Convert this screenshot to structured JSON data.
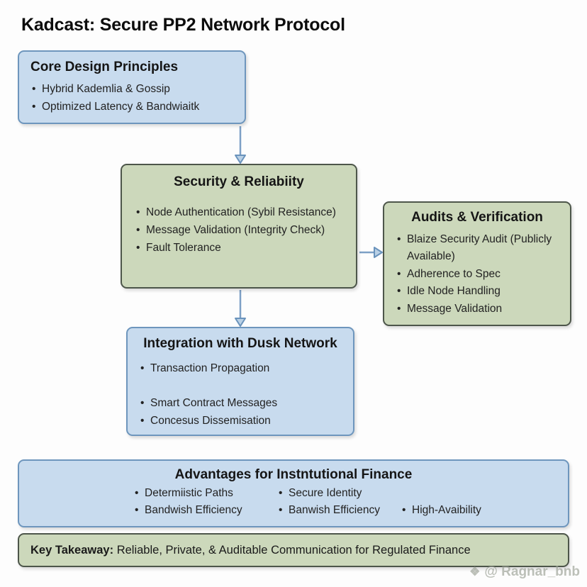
{
  "title": "Kadcast: Secure PP2 Network Protocol",
  "boxes": {
    "core": {
      "title": "Core Design Principles",
      "items": [
        "Hybrid Kademlia & Gossip",
        "Optimized Latency & Bandwiaitk"
      ]
    },
    "security": {
      "title": "Security & Reliabiity",
      "items": [
        "Node Authentication (Sybil Resistance)",
        "Message Validation (Integrity Check)",
        "Fault Tolerance"
      ]
    },
    "audits": {
      "title": "Audits & Verification",
      "items": [
        "Blaize Security Audit (Publicly Available)",
        "Adherence to Spec",
        "Idle Node Handling",
        "Message Validation"
      ]
    },
    "integration": {
      "title": "Integration with Dusk Network",
      "items": [
        "Transaction Propagation",
        "Smart Contract Messages",
        "Concesus Dissemisation"
      ]
    },
    "advantages": {
      "title": "Advantages for Instntutional Finance",
      "row1": [
        "Determiistic Paths",
        "Secure Identity"
      ],
      "row2": [
        "Bandwish Efficiency",
        "Banwish Efficiency",
        "High-Avaibility"
      ]
    },
    "takeaway": {
      "label": "Key Takeaway:",
      "text": " Reliable, Private, & Auditable Communication for Regulated Finance"
    }
  },
  "watermark": {
    "icon": "❖",
    "text": "@ Ragnar_bnb"
  },
  "colors": {
    "blue_fill": "#c8dbee",
    "blue_border": "#6e96bd",
    "green_fill": "#ccd8bb",
    "green_border": "#4d564a",
    "arrow": "#7da0c6"
  }
}
